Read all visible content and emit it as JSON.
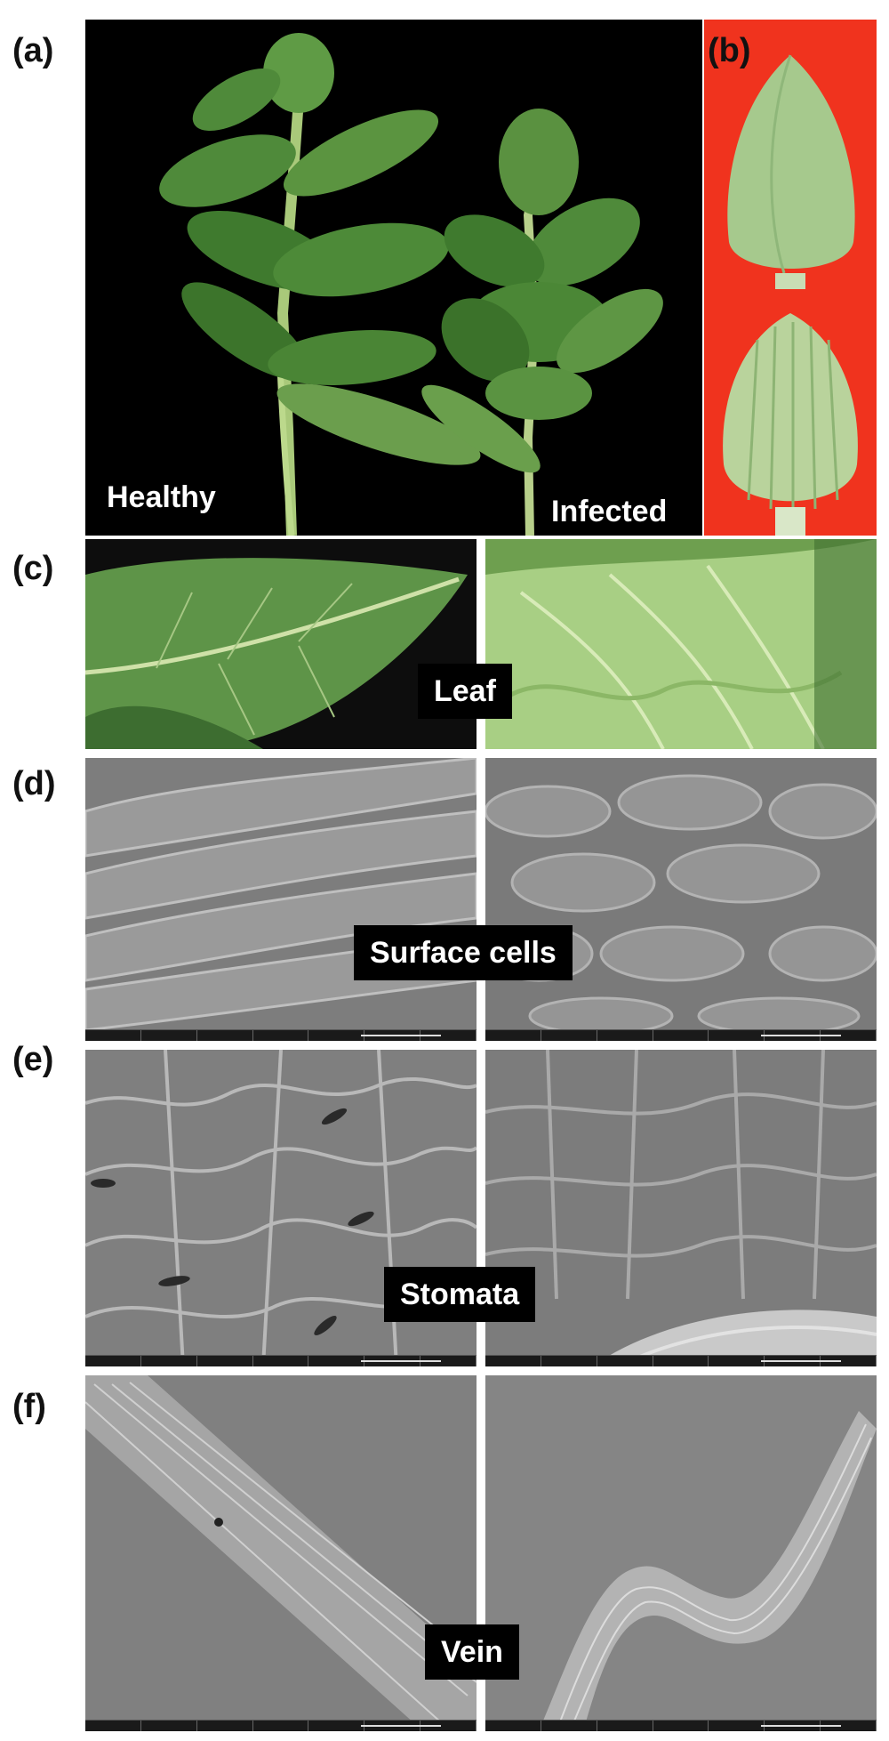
{
  "panels": {
    "a": {
      "letter": "(a)",
      "left_label": "Healthy",
      "right_label": "Infected"
    },
    "b": {
      "letter": "(b)"
    },
    "c": {
      "letter": "(c)",
      "label": "Leaf"
    },
    "d": {
      "letter": "(d)",
      "label": "Surface cells"
    },
    "e": {
      "letter": "(e)",
      "label": "Stomata"
    },
    "f": {
      "letter": "(f)",
      "label": "Vein"
    }
  },
  "colors": {
    "background": "#000000",
    "leaf_green": "#4f8a3a",
    "capsule_red": "#f0331e",
    "sem_gray": "#8a8a8a"
  }
}
